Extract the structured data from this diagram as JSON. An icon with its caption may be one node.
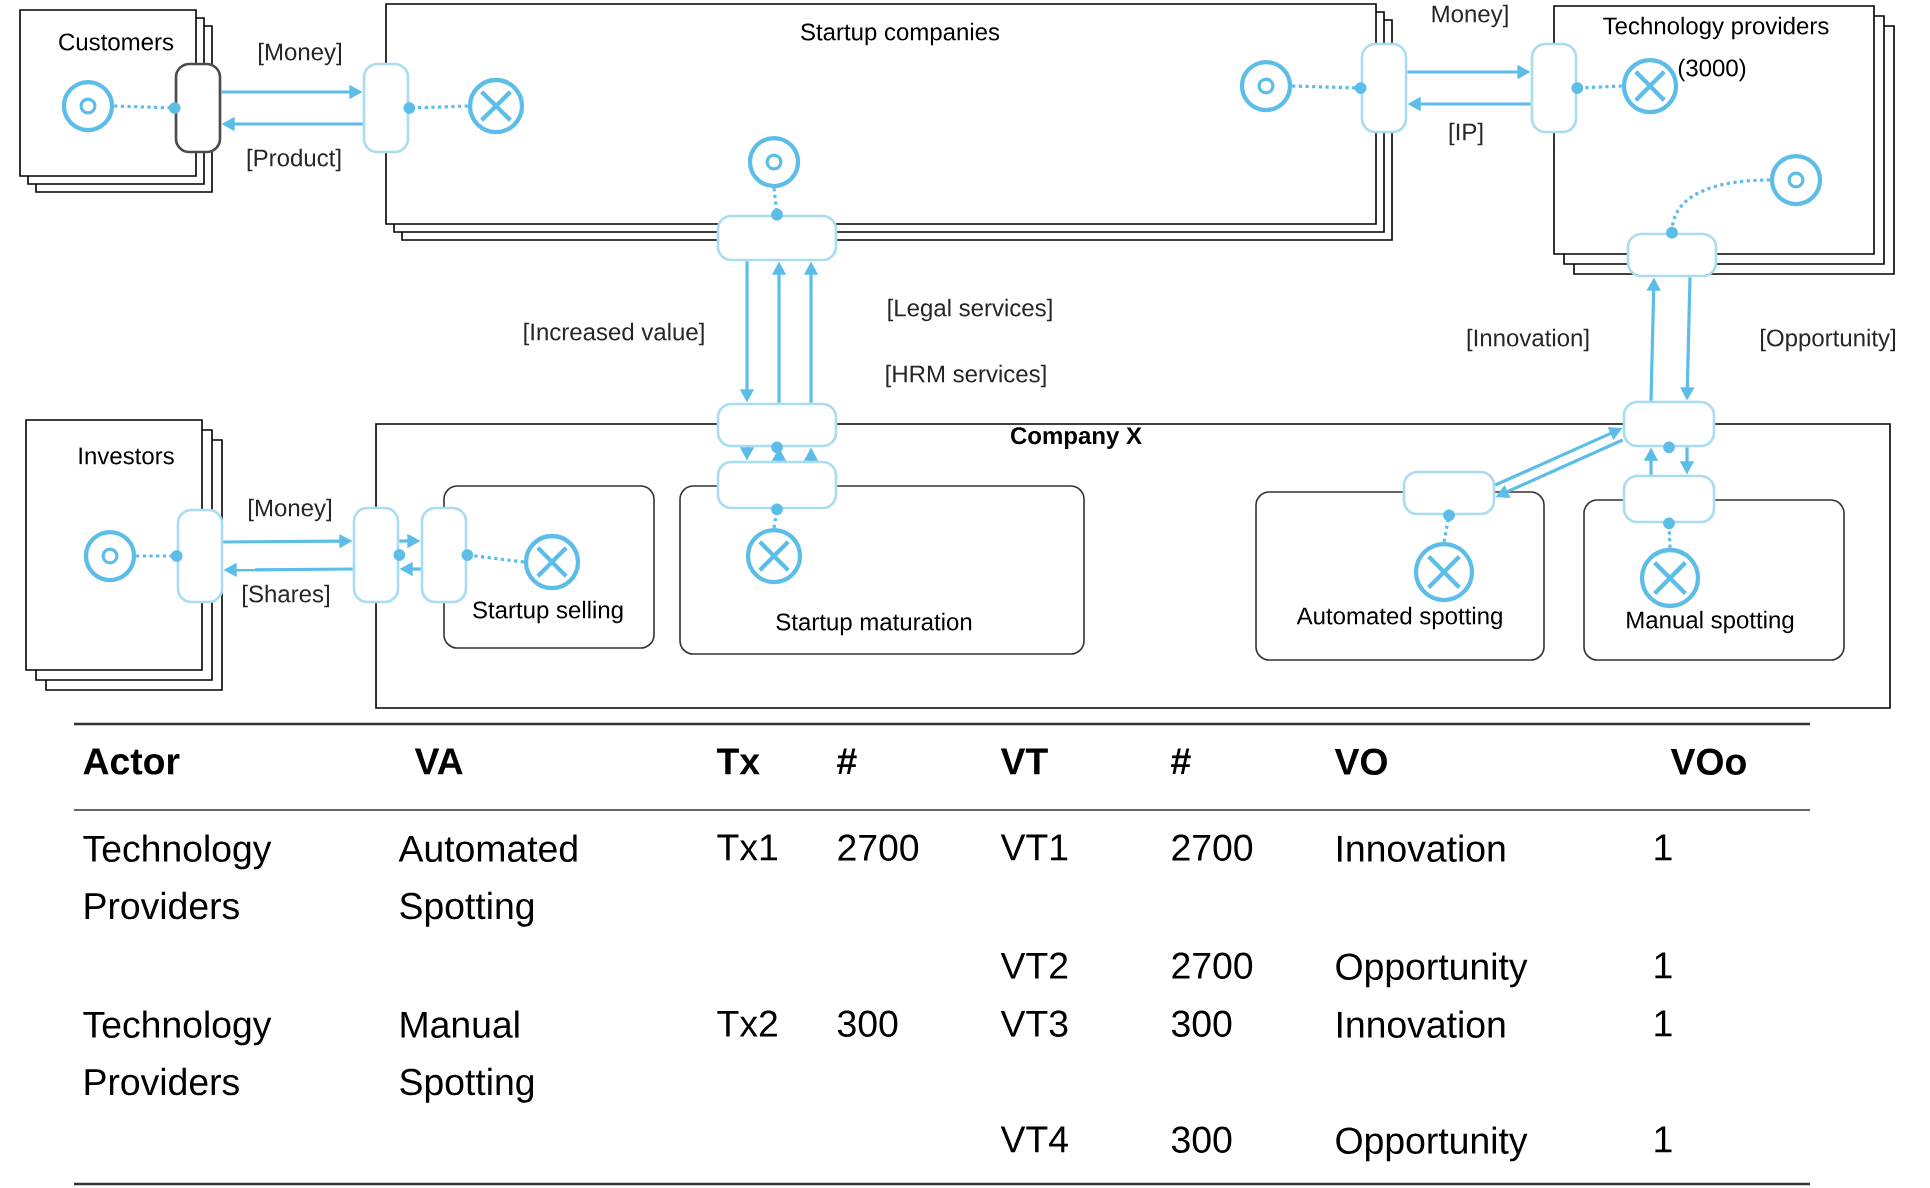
{
  "diagram": {
    "nodes": [
      {
        "text": [
          "Customers"
        ]
      },
      {
        "text": [],
        "shape": "box"
      },
      {
        "text": [],
        "shape": "circle",
        "in": 0
      },
      {
        "text": [
          "Startup companies"
        ]
      },
      {
        "text": [],
        "shape": "box"
      },
      {
        "text": [],
        "shape": "circle",
        "in": 3
      },
      {
        "text": [],
        "shape": "box"
      },
      {
        "text": [],
        "shape": "circle",
        "in": 3
      },
      {
        "text": [],
        "shape": "circle",
        "in": 3
      },
      {
        "text": [],
        "shape": "box"
      },
      {
        "text": [
          "Technology providers",
          "(3000)"
        ]
      },
      {
        "text": [],
        "shape": "box"
      },
      {
        "text": [],
        "shape": "circle",
        "in": 10
      },
      {
        "text": [],
        "shape": "circle",
        "in": 10
      },
      {
        "text": [],
        "shape": "box"
      },
      {
        "text": [
          "Investors"
        ]
      },
      {
        "text": [],
        "shape": "circle",
        "in": 15
      },
      {
        "text": [],
        "shape": "box"
      },
      {
        "text": [
          "Company X"
        ]
      },
      {
        "text": [],
        "shape": "box"
      },
      {
        "text": [],
        "shape": "box"
      },
      {
        "text": [
          "Startup selling"
        ],
        "in": 18
      },
      {
        "text": [],
        "shape": "box",
        "in": 18
      },
      {
        "text": [],
        "shape": "circle",
        "in": 21
      },
      {
        "text": [
          "Startup maturation"
        ],
        "in": 18
      },
      {
        "text": [],
        "shape": "box",
        "in": 18
      },
      {
        "text": [],
        "shape": "circle",
        "in": 24
      },
      {
        "text": [],
        "shape": "box"
      },
      {
        "text": [
          "Automated spotting"
        ],
        "in": 18
      },
      {
        "text": [],
        "shape": "box",
        "in": 18
      },
      {
        "text": [],
        "shape": "circle",
        "in": 28
      },
      {
        "text": [
          "Manual spotting"
        ],
        "in": 18
      },
      {
        "text": [],
        "shape": "box",
        "in": 18
      },
      {
        "text": [],
        "shape": "circle",
        "in": 31
      }
    ],
    "edges": [
      {
        "from": 2,
        "to": 1,
        "arrow": "none",
        "style": "dashed"
      },
      {
        "from": 1,
        "to": 4,
        "arrow": "to",
        "label": "[Money]"
      },
      {
        "from": 4,
        "to": 1,
        "arrow": "to",
        "label": "[Product]"
      },
      {
        "from": 5,
        "to": 4,
        "arrow": "none",
        "style": "dashed"
      },
      {
        "from": 7,
        "to": 6,
        "arrow": "none",
        "style": "dashed"
      },
      {
        "from": 6,
        "to": 11,
        "arrow": "to",
        "label": "Money]"
      },
      {
        "from": 11,
        "to": 6,
        "arrow": "to",
        "label": "[IP]"
      },
      {
        "from": 12,
        "to": 11,
        "arrow": "none",
        "style": "dashed"
      },
      {
        "from": 13,
        "to": 14,
        "arrow": "none",
        "style": "dashed"
      },
      {
        "from": 8,
        "to": 9,
        "arrow": "none",
        "style": "dashed"
      },
      {
        "from": 9,
        "to": 19,
        "arrow": "to",
        "label": "[Increased value]"
      },
      {
        "from": 19,
        "to": 9,
        "arrow": "to",
        "label": "[Legal services]"
      },
      {
        "from": 19,
        "to": 9,
        "arrow": "to",
        "label": "[HRM services]"
      },
      {
        "from": 19,
        "to": 25,
        "arrow": "to"
      },
      {
        "from": 25,
        "to": 19,
        "arrow": "to"
      },
      {
        "from": 25,
        "to": 19,
        "arrow": "to"
      },
      {
        "from": 26,
        "to": 25,
        "arrow": "none",
        "style": "dashed"
      },
      {
        "from": 16,
        "to": 17,
        "arrow": "none",
        "style": "dashed"
      },
      {
        "from": 17,
        "to": 20,
        "arrow": "to",
        "label": "[Money]"
      },
      {
        "from": 20,
        "to": 17,
        "arrow": "to",
        "label": "[Shares]"
      },
      {
        "from": 20,
        "to": 22,
        "arrow": "to"
      },
      {
        "from": 22,
        "to": 20,
        "arrow": "to"
      },
      {
        "from": 23,
        "to": 22,
        "arrow": "none",
        "style": "dashed"
      },
      {
        "from": 27,
        "to": 14,
        "arrow": "to",
        "label": "[Innovation]"
      },
      {
        "from": 14,
        "to": 27,
        "arrow": "to",
        "label": "[Opportunity]"
      },
      {
        "from": 32,
        "to": 27,
        "arrow": "to"
      },
      {
        "from": 27,
        "to": 32,
        "arrow": "to"
      },
      {
        "from": 29,
        "to": 27,
        "arrow": "to"
      },
      {
        "from": 27,
        "to": 29,
        "arrow": "to"
      },
      {
        "from": 30,
        "to": 29,
        "arrow": "none",
        "style": "dashed"
      },
      {
        "from": 33,
        "to": 32,
        "arrow": "none",
        "style": "dashed"
      }
    ],
    "labels": [
      "Actor",
      "VA",
      "Tx",
      "#",
      "VT",
      "#",
      "VO",
      "VOo",
      "Technology Providers",
      "Automated Spotting",
      "Tx1",
      "2700",
      "VT1",
      "2700",
      "Innovation",
      "1",
      "VT2",
      "2700",
      "Opportunity",
      "1",
      "Technology Providers",
      "Manual Spotting",
      "Tx2",
      "300",
      "VT3",
      "300",
      "Innovation",
      "1",
      "VT4",
      "300",
      "Opportunity",
      "1"
    ]
  }
}
